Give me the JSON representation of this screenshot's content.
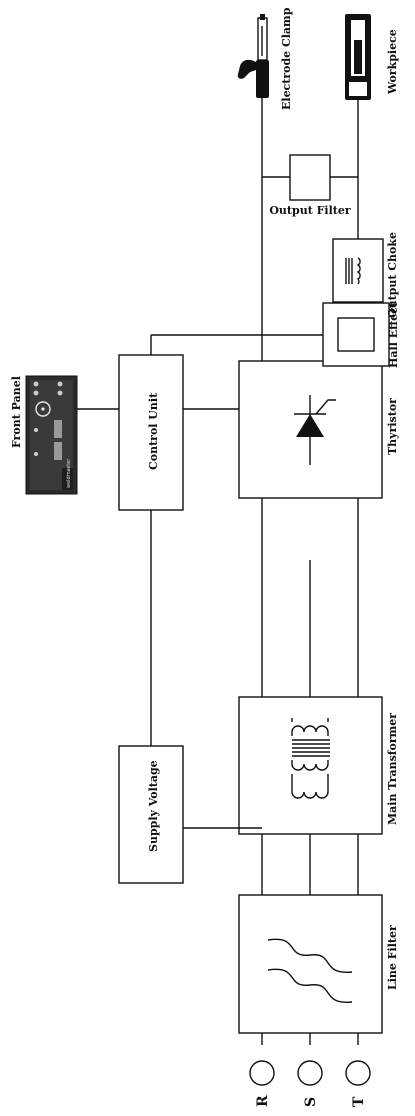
{
  "blocks": {
    "line_filter": "Line Filter",
    "main_transformer": "Main Transformer",
    "thyristor": "Thyristor",
    "hall_effect": "Hall Effect",
    "output_choke": "Output Choke",
    "output_filter": "Output Filter",
    "supply_voltage": "Supply Voltage",
    "control_unit": "Control Unit",
    "front_panel": "Front Panel",
    "electrode_clamp": "Electrode Clamp",
    "workpiece": "Workpiece"
  },
  "phases": [
    "R",
    "S",
    "T"
  ],
  "panel_brand": "weldmaster",
  "icons": {
    "line_filter": "ac-wave-filter-icon",
    "main_transformer": "transformer-coils-icon",
    "thyristor": "thyristor-diode-icon",
    "hall_effect": "hall-sensor-square-icon",
    "output_choke": "inductor-coil-icon",
    "electrode_clamp": "electrode-holder-icon",
    "workpiece": "ground-clamp-icon",
    "front_panel": "control-panel-image"
  }
}
